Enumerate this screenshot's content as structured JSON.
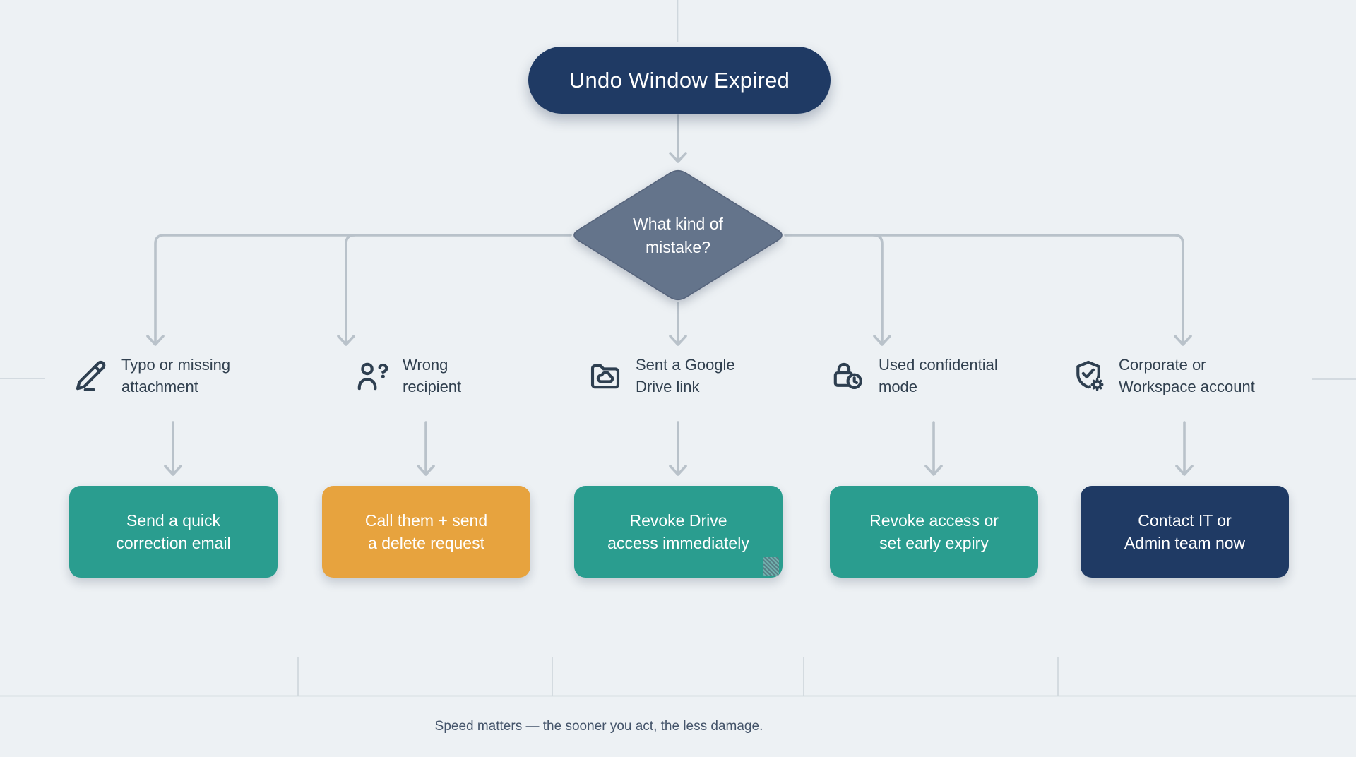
{
  "page": {
    "background": "#edf1f4"
  },
  "title": {
    "label": "Undo Window Expired",
    "bg": "#1f3a64",
    "text_color": "#ffffff"
  },
  "decision": {
    "label": "What kind of\nmistake?",
    "fill": "#64748b",
    "stroke": "#56647c",
    "text_color": "#ffffff"
  },
  "branches": [
    {
      "icon": "pencil-line-icon",
      "label": "Typo or missing\nattachment",
      "action": "Send a quick\ncorrection email",
      "action_color": "#2a9d8f"
    },
    {
      "icon": "user-question-icon",
      "label": "Wrong\nrecipient",
      "action": "Call them + send\na delete request",
      "action_color": "#e7a33e"
    },
    {
      "icon": "folder-cloud-icon",
      "label": "Sent a Google\nDrive link",
      "action": "Revoke Drive\naccess immediately",
      "action_color": "#2a9d8f"
    },
    {
      "icon": "lock-clock-icon",
      "label": "Used confidential\nmode",
      "action": "Revoke access or\nset early expiry",
      "action_color": "#2a9d8f"
    },
    {
      "icon": "shield-check-gear-icon",
      "label": "Corporate or\nWorkspace account",
      "action": "Contact IT or\nAdmin team now",
      "action_color": "#1f3a64"
    }
  ],
  "footer": {
    "caption": "Speed matters — the sooner you act, the less damage."
  },
  "colors": {
    "connector": "#b9c2ca",
    "frame_lines": "#cfd7dd",
    "label_text": "#31404f"
  }
}
